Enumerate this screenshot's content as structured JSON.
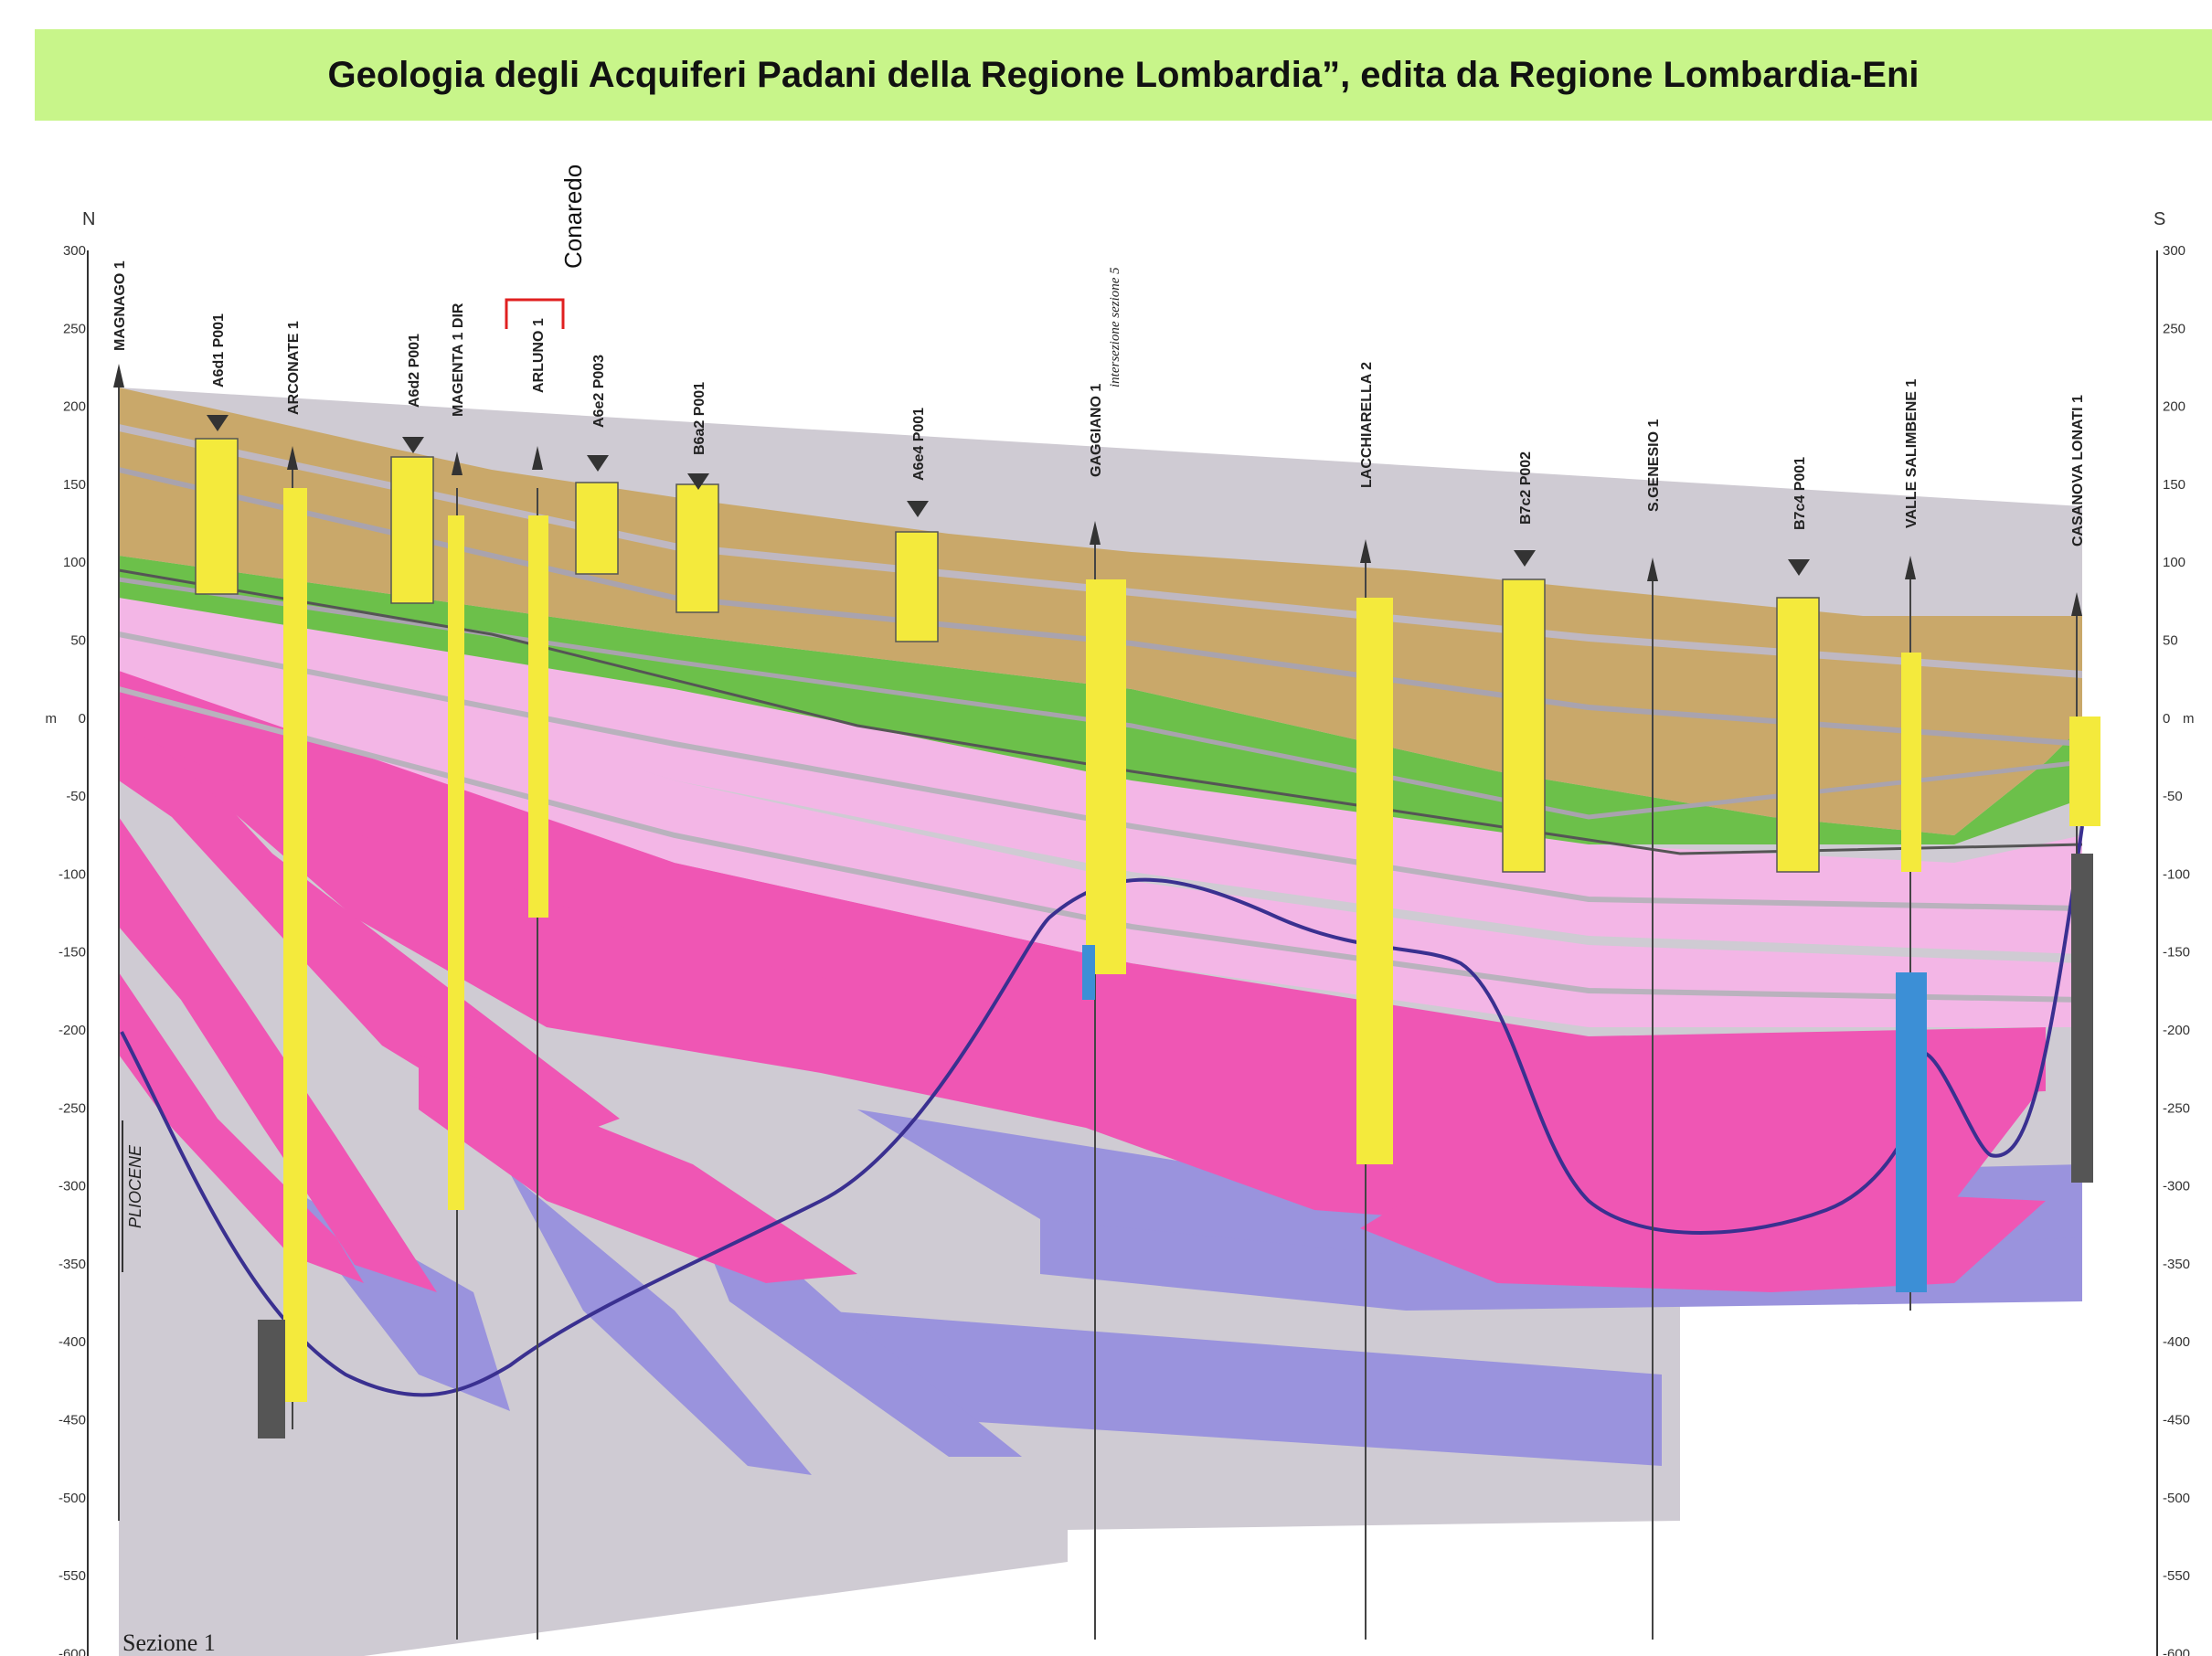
{
  "banner": {
    "title": "Geologia degli Acquiferi Padani della Regione Lombardia”, edita da Regione Lombardia-Eni"
  },
  "orientation": {
    "left": "N",
    "right": "S"
  },
  "axis": {
    "unit": "m",
    "ticks": [
      "300",
      "250",
      "200",
      "150",
      "100",
      "50",
      "0",
      "-50",
      "-100",
      "-150",
      "-200",
      "-250",
      "-300",
      "-350",
      "-400",
      "-450",
      "-500",
      "-550",
      "-600"
    ]
  },
  "wells": [
    {
      "name": "MAGNAGO 1",
      "kind": "derrick"
    },
    {
      "name": "A6d1 P001",
      "kind": "well"
    },
    {
      "name": "ARCONATE 1",
      "kind": "derrick"
    },
    {
      "name": "A6d2 P001",
      "kind": "well"
    },
    {
      "name": "MAGENTA 1 DIR",
      "kind": "derrick"
    },
    {
      "name": "ARLUNO 1",
      "kind": "derrick"
    },
    {
      "name": "A6e2 P003",
      "kind": "well"
    },
    {
      "name": "B6a2 P001",
      "kind": "well"
    },
    {
      "name": "A6e4 P001",
      "kind": "well"
    },
    {
      "name": "GAGGIANO 1",
      "kind": "derrick"
    },
    {
      "name": "LACCHIARELLA 2",
      "kind": "derrick"
    },
    {
      "name": "B7c2 P002",
      "kind": "well"
    },
    {
      "name": "S.GENESIO 1",
      "kind": "derrick"
    },
    {
      "name": "B7c4 P001",
      "kind": "well"
    },
    {
      "name": "VALLE SALIMBENE 1",
      "kind": "derrick"
    },
    {
      "name": "CASANOVA LONATI 1",
      "kind": "derrick"
    }
  ],
  "annotations": {
    "conaredo": "Conaredo",
    "intersection": "intersezione sezione 5",
    "pliocene": "PLIOCENE",
    "section_label": "Sezione 1"
  },
  "colors": {
    "banner": "#c8f58a",
    "tan": "#c9a86a",
    "green": "#6cc04a",
    "light_pink": "#f3b6e6",
    "magenta": "#ef56b4",
    "gray": "#cfcbd3",
    "blue": "#9a93dd",
    "yellow": "#f4ea3c",
    "red_bracket": "#e02020"
  }
}
